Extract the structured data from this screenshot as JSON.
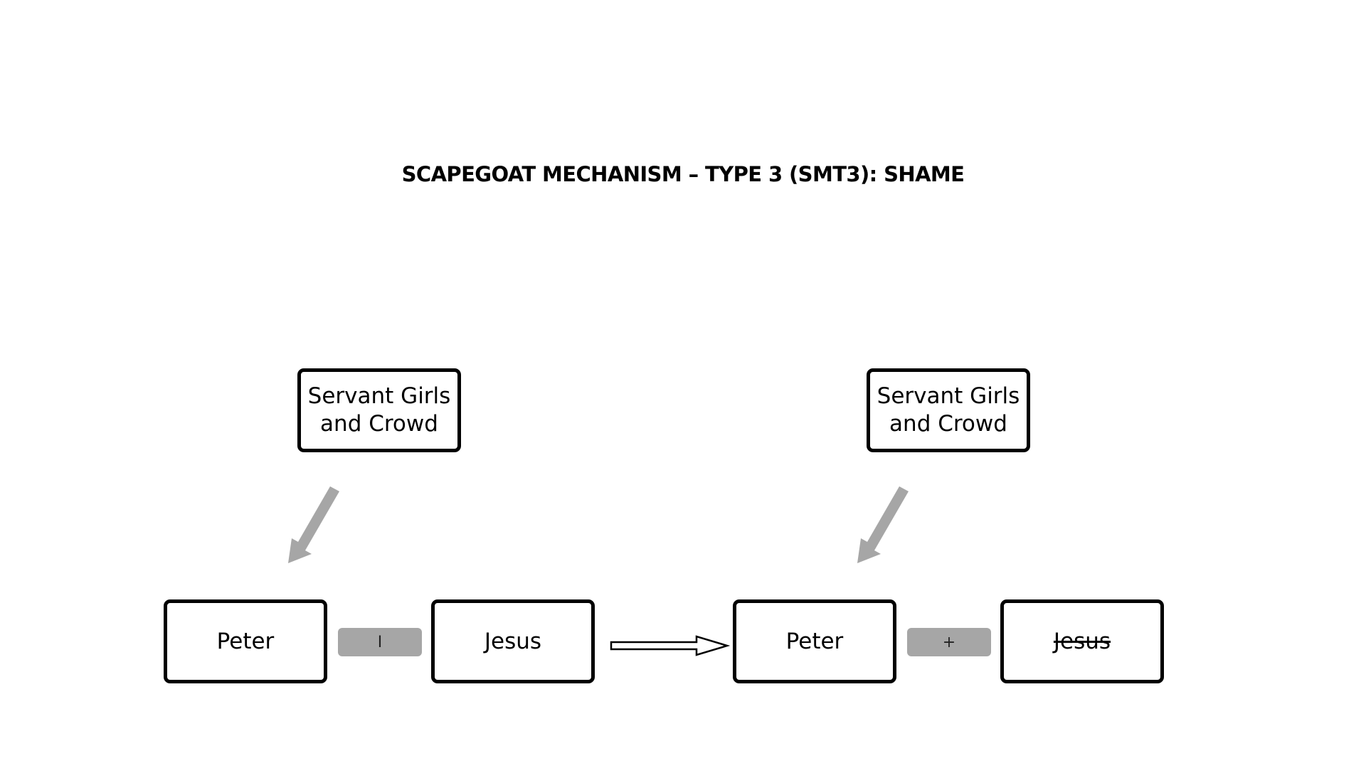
{
  "diagram": {
    "title": "SCAPEGOAT MECHANISM – TYPE 3 (SMT3): SHAME",
    "left_panel": {
      "actor": [
        "Servant Girls",
        "and Crowd"
      ],
      "subject": "Peter",
      "relation": "I",
      "object": "Jesus",
      "object_struck": false
    },
    "right_panel": {
      "actor": [
        "Servant Girls",
        "and Crowd"
      ],
      "subject": "Peter",
      "relation": "+",
      "object": "Jesus",
      "object_struck": true
    },
    "colors": {
      "box_border": "#000000",
      "influence_arrow": "#a6a6a6",
      "relation_bar": "#a6a6a6",
      "transition_arrow": "#000000"
    }
  }
}
